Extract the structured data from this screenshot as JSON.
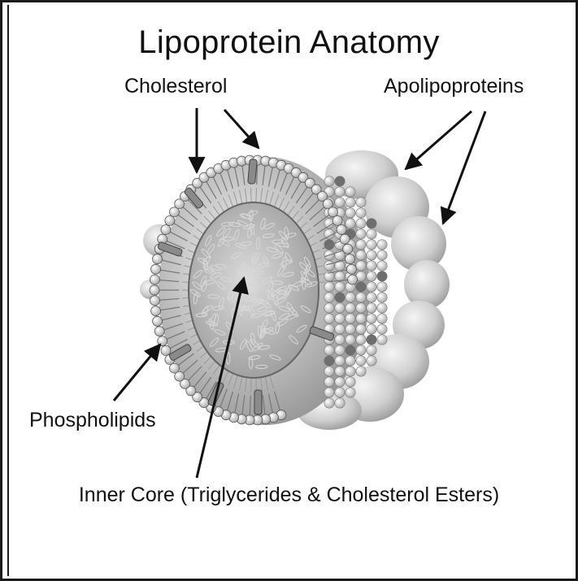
{
  "title": "Lipoprotein Anatomy",
  "labels": {
    "cholesterol": "Cholesterol",
    "apolipoproteins": "Apolipoproteins",
    "phospholipids": "Phospholipids",
    "inner_core": "Inner Core (Triglycerides & Cholesterol Esters)"
  },
  "colors": {
    "frame": "#1a1a1a",
    "text": "#111111",
    "apolipoprotein": "#c9c9c9",
    "core": "#b8b8b8",
    "phospholipid_head": "#f2f2f2"
  }
}
